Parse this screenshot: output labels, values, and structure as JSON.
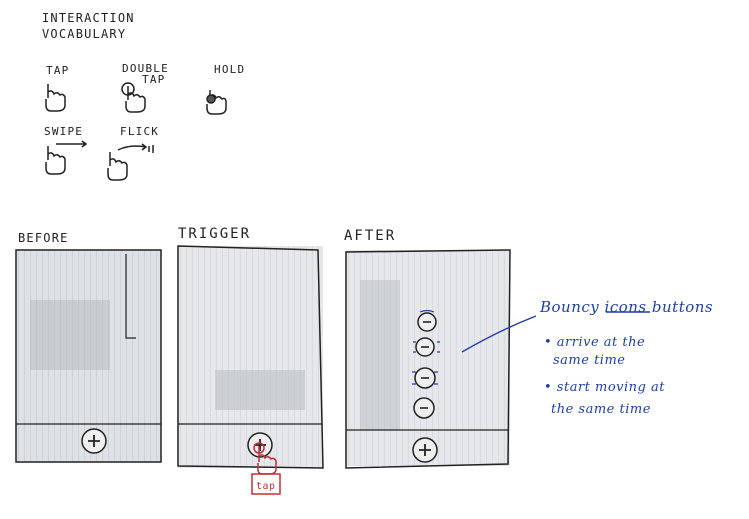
{
  "title": {
    "line1": "INTERACTION",
    "line2": "VOCABULARY"
  },
  "gestures": [
    {
      "label": "TAP",
      "icon": "tap-hand-icon"
    },
    {
      "label": "DOUBLE",
      "label2": "TAP",
      "icon": "double-tap-hand-icon"
    },
    {
      "label": "HOLD",
      "icon": "hold-hand-icon"
    },
    {
      "label": "SWIPE",
      "icon": "swipe-hand-icon"
    },
    {
      "label": "FLICK",
      "icon": "flick-hand-icon"
    }
  ],
  "frames": [
    {
      "label": "BEFORE"
    },
    {
      "label": "TRIGGER",
      "tap_label": "tap"
    },
    {
      "label": "AFTER"
    }
  ],
  "notes": {
    "heading": "Bouncy",
    "struck": "icons",
    "heading_end": "buttons",
    "bullet1_line1": "• arrive at the",
    "bullet1_line2": "same time",
    "bullet2_line1": "• start moving at",
    "bullet2_line2": "the same time"
  },
  "colors": {
    "ink": "#222222",
    "blue": "#1f3fa5",
    "red": "#c0303a",
    "shade": "#c9ced4"
  }
}
